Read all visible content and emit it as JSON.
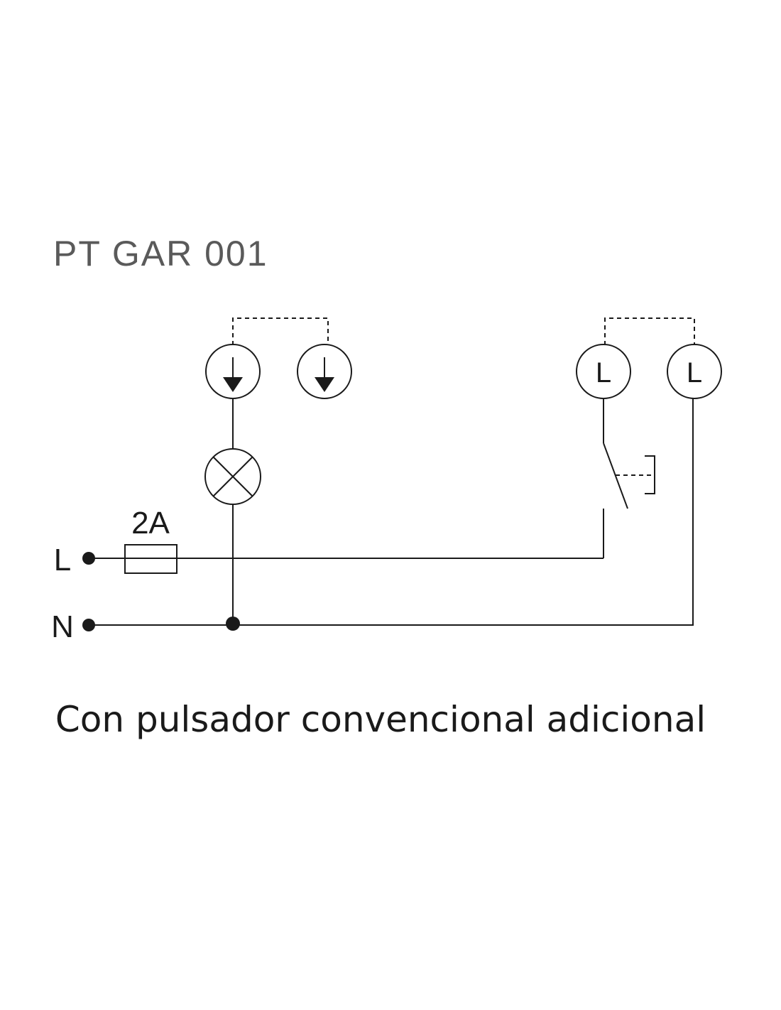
{
  "title": "PT GAR 001",
  "fuse_label": "2A",
  "line_label": "L",
  "neutral_label": "N",
  "terminals": [
    {
      "label": "L"
    },
    {
      "label": "L"
    }
  ],
  "caption": "Con pulsador convencional adicional",
  "colors": {
    "ink": "#1a1a1a",
    "title": "#5a5a5a",
    "background": "#ffffff"
  }
}
